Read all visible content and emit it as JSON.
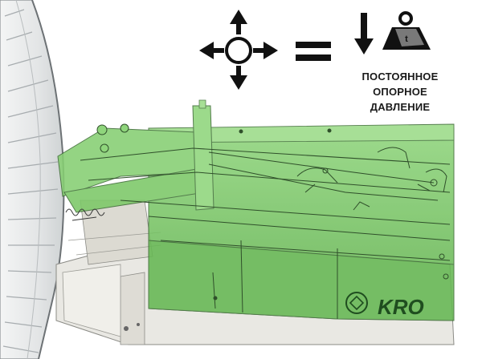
{
  "legend": {
    "caption_lines": [
      "ПОСТОЯННОЕ",
      "ОПОРНОЕ",
      "ДАВЛЕНИЕ"
    ],
    "equals_symbol": "=",
    "weight_label": "t",
    "icons": [
      "four-way-arrows-icon",
      "down-arrow-icon",
      "weight-icon"
    ]
  },
  "machine": {
    "brand_text": "KRO",
    "highlight_color": "#6fc25a",
    "line_color": "#3d6b35"
  }
}
